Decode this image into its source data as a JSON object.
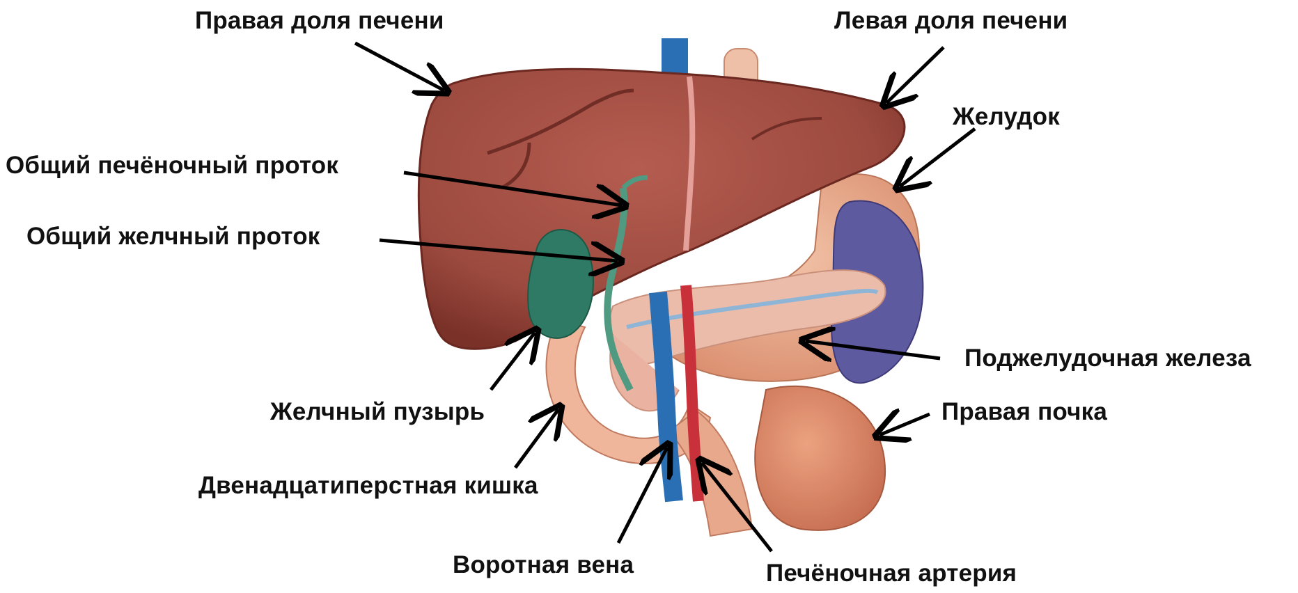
{
  "labels": {
    "right_lobe": "Правая доля печени",
    "left_lobe": "Левая доля печени",
    "stomach": "Желудок",
    "common_hepatic_duct": "Общий печёночный проток",
    "common_bile_duct": "Общий желчный проток",
    "pancreas": "Поджелудочная железа",
    "gallbladder": "Желчный пузырь",
    "right_kidney": "Правая почка",
    "duodenum": "Двенадцатиперстная кишка",
    "portal_vein": "Воротная вена",
    "hepatic_artery": "Печёночная артерия"
  },
  "colors": {
    "liver": "#9c4a3f",
    "liver_dark": "#7a3128",
    "gallbladder": "#2f7a64",
    "pancreas": "#e9b9a6",
    "stomach": "#e6a585",
    "spleen": "#5e5aa0",
    "kidney": "#d9866a",
    "vena_blue": "#2a6fb3",
    "artery_red": "#c9313a",
    "arrow": "#000000"
  }
}
